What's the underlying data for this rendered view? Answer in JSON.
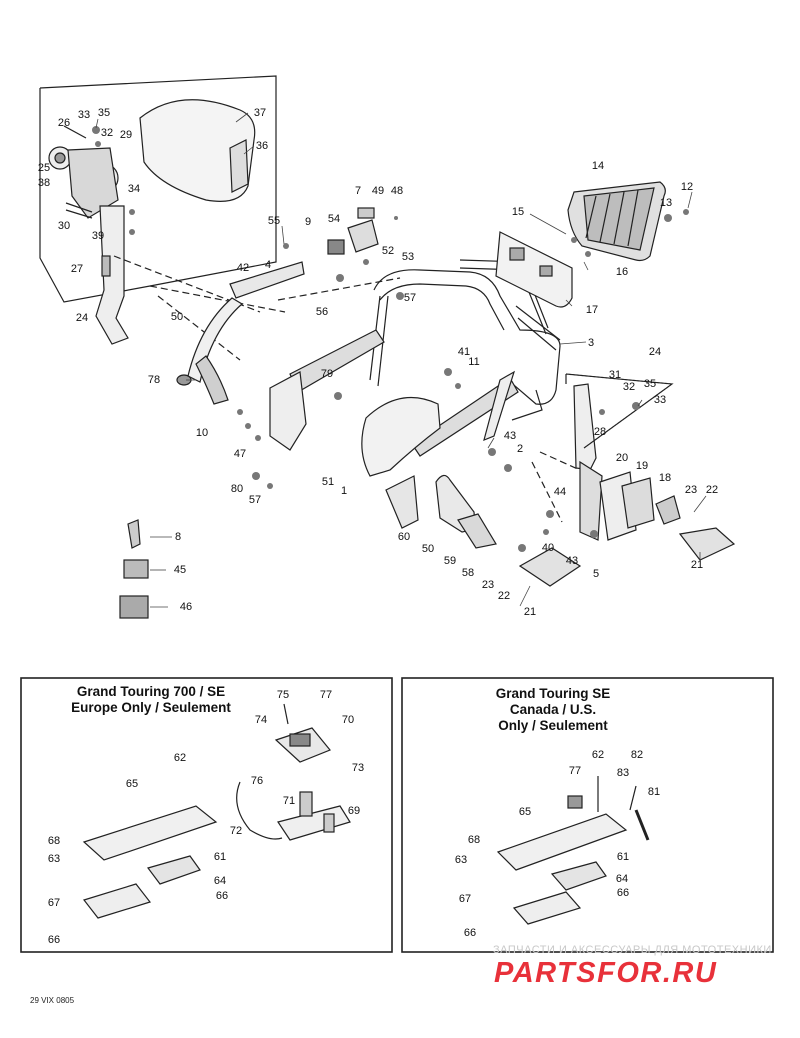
{
  "europe_box": {
    "title_line1": "Grand Touring 700 / SE",
    "title_line2": "Europe Only / Seulement"
  },
  "canada_box": {
    "title_line1": "Grand Touring SE",
    "title_line2": "Canada / U.S.",
    "title_line3": "Only / Seulement"
  },
  "callouts": {
    "c26": "26",
    "c33a": "33",
    "c35a": "35",
    "c32a": "32",
    "c29": "29",
    "c25": "25",
    "c38": "38",
    "c34": "34",
    "c30": "30",
    "c39": "39",
    "c27": "27",
    "c24a": "24",
    "c37": "37",
    "c36": "36",
    "c14": "14",
    "c12": "12",
    "c13": "13",
    "c7": "7",
    "c49": "49",
    "c48": "48",
    "c15": "15",
    "c16": "16",
    "c17": "17",
    "c55": "55",
    "c9": "9",
    "c54": "54",
    "c52": "52",
    "c53": "53",
    "c42": "42",
    "c4": "4",
    "c50a": "50",
    "c56": "56",
    "c57a": "57",
    "c3": "3",
    "c78": "78",
    "c79": "79",
    "c41": "41",
    "c11": "11",
    "c24b": "24",
    "c31": "31",
    "c32b": "32",
    "c35b": "35",
    "c33b": "33",
    "c10": "10",
    "c47": "47",
    "c43a": "43",
    "c2": "2",
    "c28": "28",
    "c51": "51",
    "c1": "1",
    "c80": "80",
    "c57b": "57",
    "c44": "44",
    "c20": "20",
    "c19": "19",
    "c18": "18",
    "c23a": "23",
    "c22a": "22",
    "c60": "60",
    "c50b": "50",
    "c59": "59",
    "c40": "40",
    "c43b": "43",
    "c5": "5",
    "c21a": "21",
    "c58": "58",
    "c23b": "23",
    "c22b": "22",
    "c21b": "21",
    "c8": "8",
    "c45": "45",
    "c46": "46",
    "e75": "75",
    "e77": "77",
    "e70": "70",
    "e74": "74",
    "e62": "62",
    "e76": "76",
    "e73": "73",
    "e65": "65",
    "e71": "71",
    "e69": "69",
    "e72": "72",
    "e68": "68",
    "e63": "63",
    "e61": "61",
    "e64": "64",
    "e66a": "66",
    "e67": "67",
    "e66b": "66",
    "k77": "77",
    "k62": "62",
    "k82": "82",
    "k83": "83",
    "k81": "81",
    "k65": "65",
    "k68": "68",
    "k63": "63",
    "k61": "61",
    "k64": "64",
    "k66a": "66",
    "k67": "67",
    "k66b": "66"
  },
  "footer": {
    "code": "29 VIX 0805"
  },
  "watermark": {
    "tagline": "ЗАПЧАСТИ И АКСЕССУАРЫ ДЛЯ МОТОТЕХНИКИ",
    "logo": "PARTSFOR.RU"
  }
}
